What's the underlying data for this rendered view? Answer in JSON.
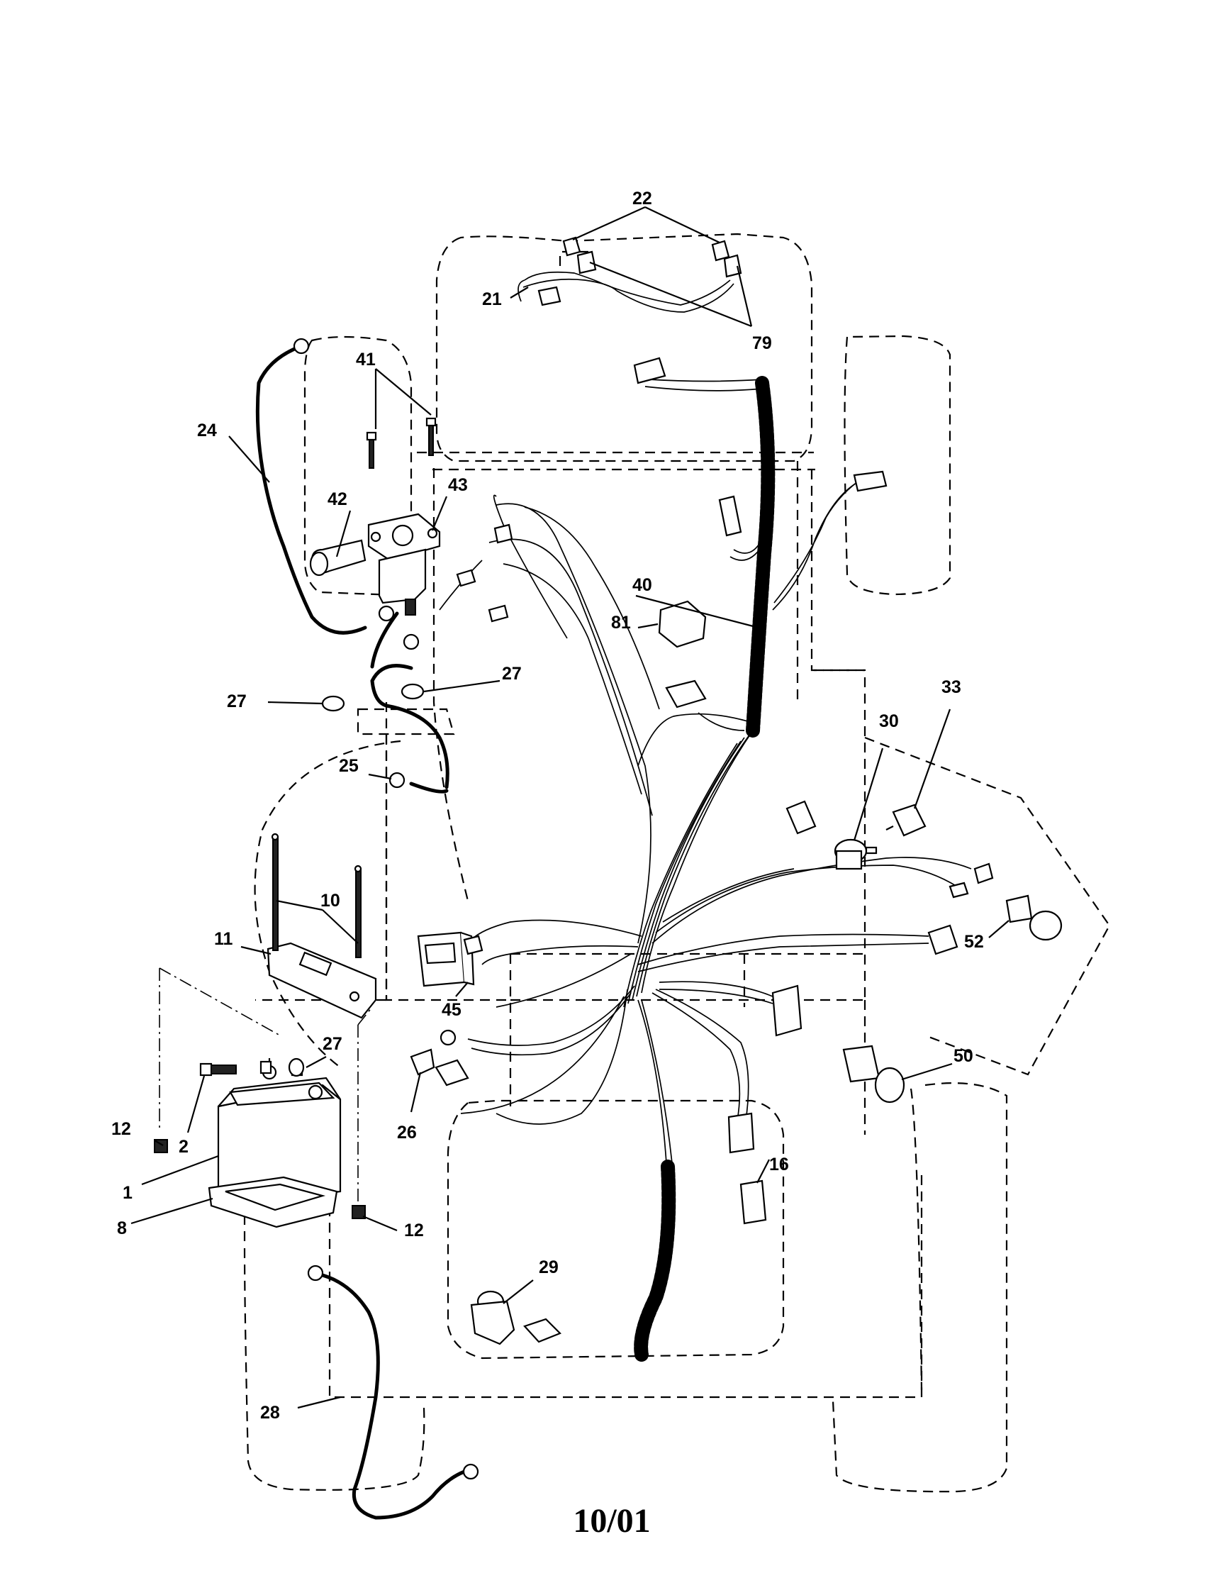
{
  "callouts": {
    "c1": "1",
    "c2": "2",
    "c8": "8",
    "c10": "10",
    "c11": "11",
    "c12a": "12",
    "c12b": "12",
    "c16": "16",
    "c21": "21",
    "c22": "22",
    "c24": "24",
    "c25": "25",
    "c26": "26",
    "c27a": "27",
    "c27b": "27",
    "c27c": "27",
    "c28": "28",
    "c29": "29",
    "c30": "30",
    "c33": "33",
    "c40": "40",
    "c41": "41",
    "c42": "42",
    "c43": "43",
    "c45": "45",
    "c50": "50",
    "c52": "52",
    "c79": "79",
    "c81": "81"
  },
  "footer": {
    "date": "10/01"
  }
}
